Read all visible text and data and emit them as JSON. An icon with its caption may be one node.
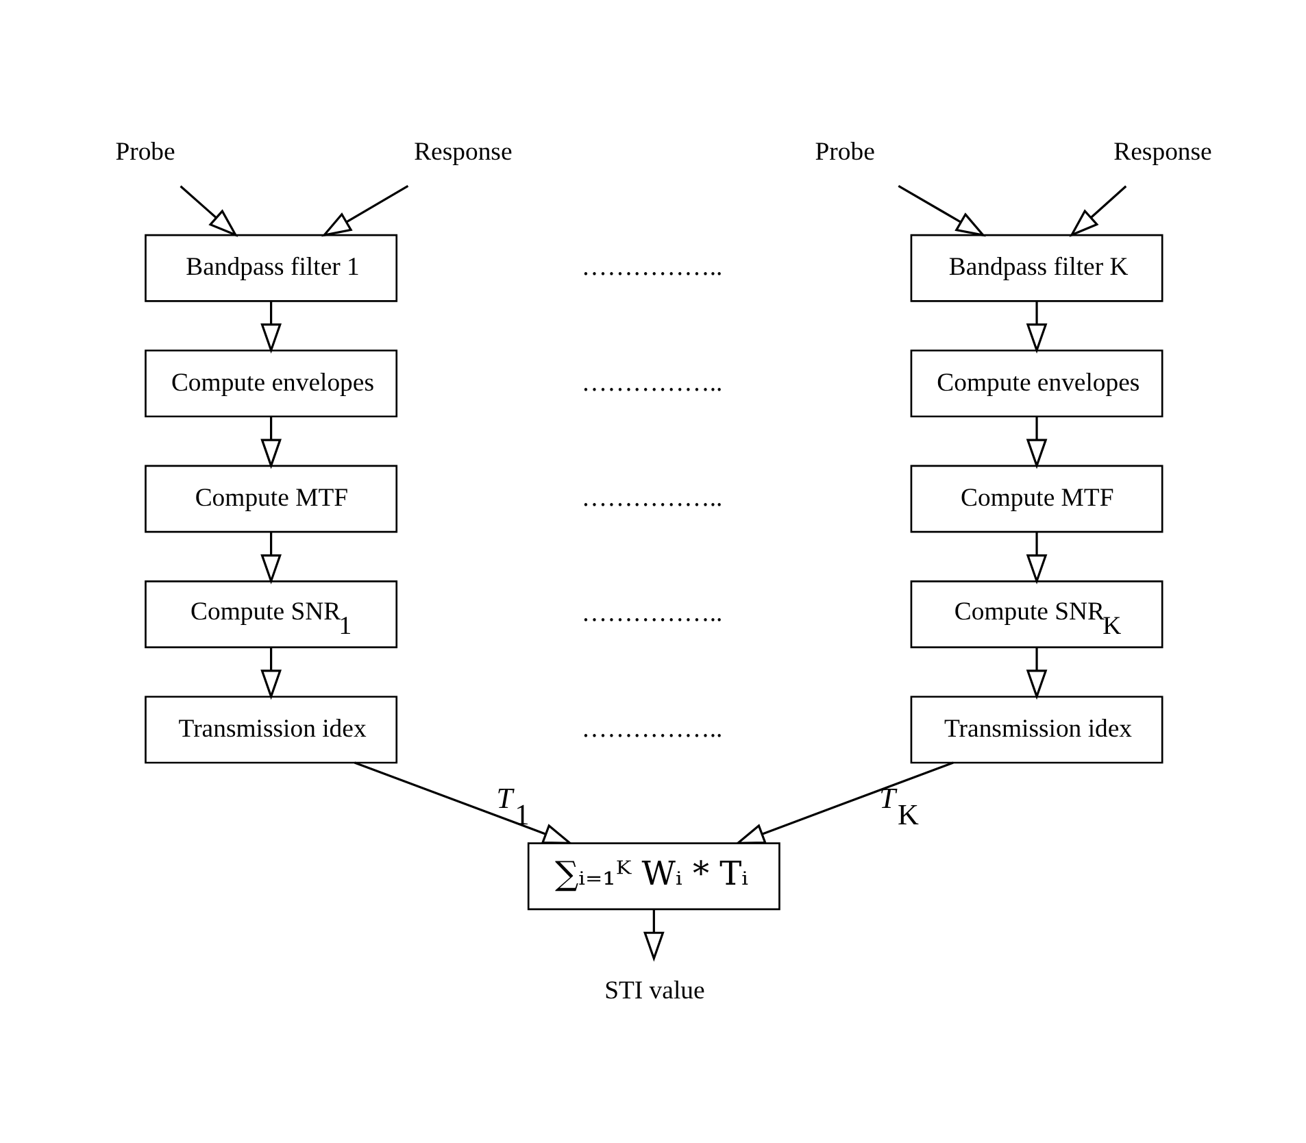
{
  "diagram": {
    "nodes": [
      {
        "text": [
          "Probe"
        ]
      },
      {
        "text": [
          "Response"
        ]
      },
      {
        "text": [
          "Bandpass filter 1"
        ]
      },
      {
        "text": [
          "Compute envelopes"
        ]
      },
      {
        "text": [
          "Compute MTF"
        ]
      },
      {
        "text": [
          "Compute SNR$_{1}$"
        ]
      },
      {
        "text": [
          "Transmission idex"
        ]
      },
      {
        "text": [
          "Probe"
        ]
      },
      {
        "text": [
          "Response"
        ]
      },
      {
        "text": [
          "Bandpass filter K"
        ]
      },
      {
        "text": [
          "Compute envelopes"
        ]
      },
      {
        "text": [
          "Compute MTF"
        ]
      },
      {
        "text": [
          "Compute SNR$_{K}$"
        ]
      },
      {
        "text": [
          "Transmission idex"
        ]
      },
      {
        "text": [
          "∑ᵢ₌₁ᴷ Wᵢ * Tᵢ"
        ]
      },
      {
        "text": [
          "STI value"
        ]
      }
    ],
    "edges": [
      {
        "from": 0,
        "to": 2,
        "arrow": "to"
      },
      {
        "from": 1,
        "to": 2,
        "arrow": "to"
      },
      {
        "from": 2,
        "to": 3,
        "arrow": "to"
      },
      {
        "from": 3,
        "to": 4,
        "arrow": "to"
      },
      {
        "from": 4,
        "to": 5,
        "arrow": "to"
      },
      {
        "from": 5,
        "to": 6,
        "arrow": "to"
      },
      {
        "from": 7,
        "to": 9,
        "arrow": "to"
      },
      {
        "from": 8,
        "to": 9,
        "arrow": "to"
      },
      {
        "from": 9,
        "to": 10,
        "arrow": "to"
      },
      {
        "from": 10,
        "to": 11,
        "arrow": "to"
      },
      {
        "from": 11,
        "to": 12,
        "arrow": "to"
      },
      {
        "from": 12,
        "to": 13,
        "arrow": "to"
      },
      {
        "from": 6,
        "to": 14,
        "arrow": "to",
        "label": "*T*$_{1}$"
      },
      {
        "from": 13,
        "to": 14,
        "arrow": "to",
        "label": "*T*$_{K}$"
      },
      {
        "from": 14,
        "to": 15,
        "arrow": "to"
      }
    ],
    "labels": [
      "……………..",
      "……………..",
      "……………..",
      "……………..",
      "…………….."
    ]
  }
}
